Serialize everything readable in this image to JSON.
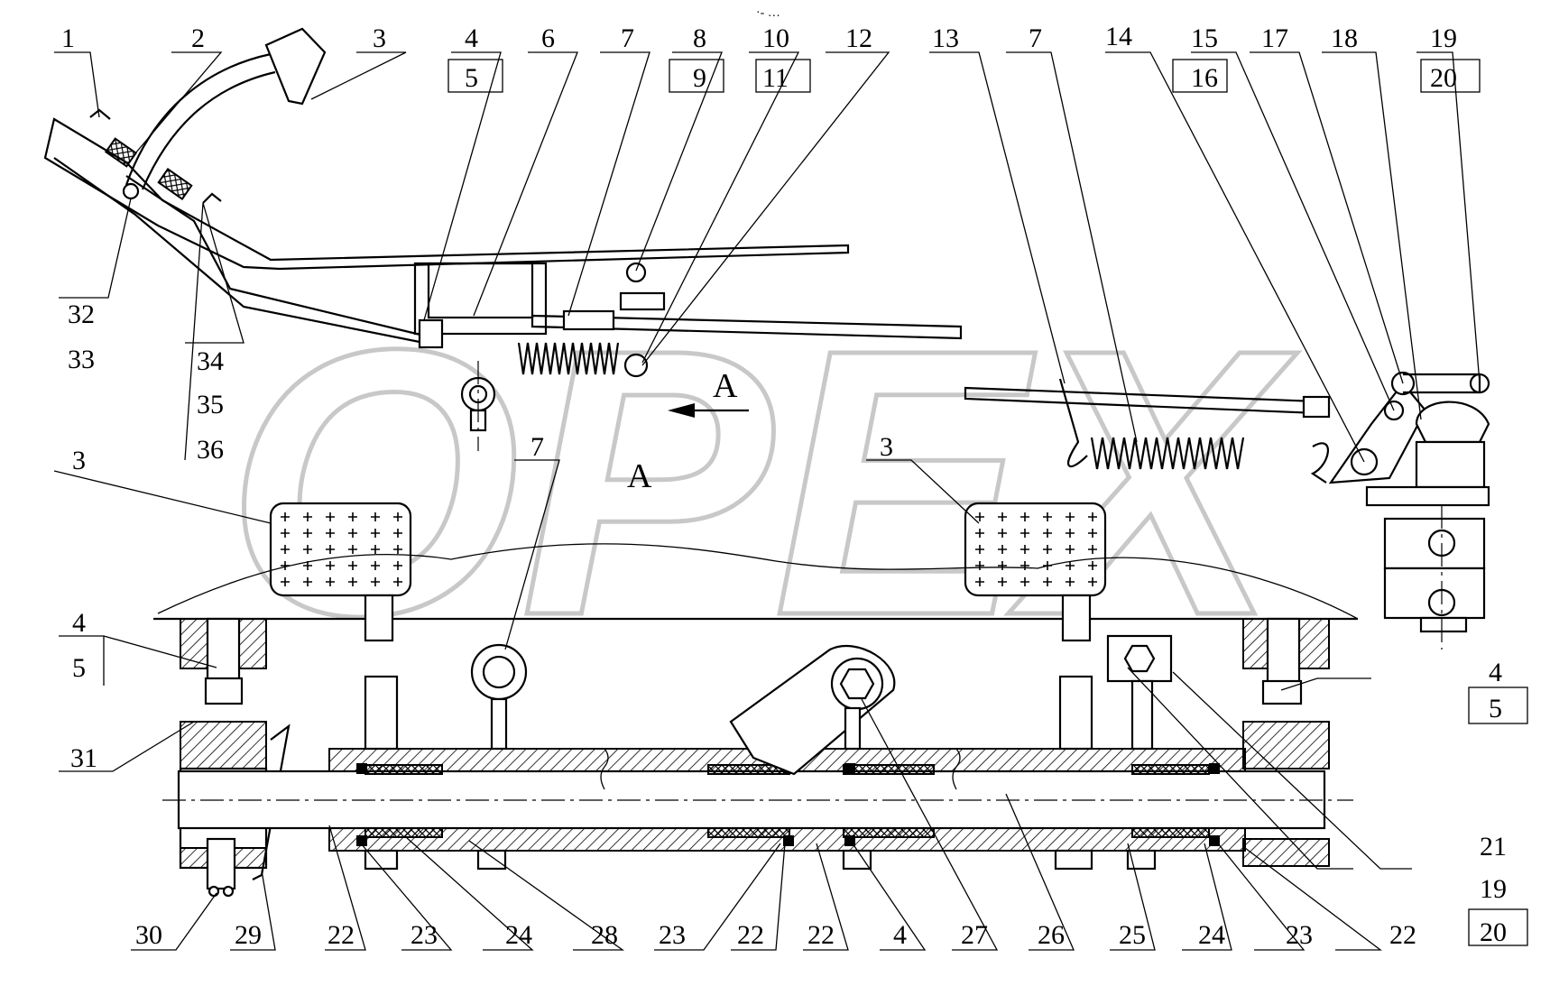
{
  "watermark": "OPEX",
  "top_mark": "·‐ …",
  "view_marker": {
    "arrow_letter": "A",
    "section_letter": "A"
  },
  "callouts_top": [
    {
      "id": "c1",
      "text": "1"
    },
    {
      "id": "c2",
      "text": "2"
    },
    {
      "id": "c3",
      "text": "3"
    },
    {
      "id": "c4",
      "text": "4"
    },
    {
      "id": "c5",
      "text": "5"
    },
    {
      "id": "c6",
      "text": "6"
    },
    {
      "id": "c7",
      "text": "7"
    },
    {
      "id": "c8",
      "text": "8"
    },
    {
      "id": "c9",
      "text": "9"
    },
    {
      "id": "c10",
      "text": "10"
    },
    {
      "id": "c11",
      "text": "11"
    },
    {
      "id": "c12",
      "text": "12"
    },
    {
      "id": "c13",
      "text": "13"
    },
    {
      "id": "c7b",
      "text": "7"
    },
    {
      "id": "c14",
      "text": "14"
    },
    {
      "id": "c15",
      "text": "15"
    },
    {
      "id": "c16",
      "text": "16"
    },
    {
      "id": "c17",
      "text": "17"
    },
    {
      "id": "c18",
      "text": "18"
    },
    {
      "id": "c19",
      "text": "19"
    },
    {
      "id": "c20",
      "text": "20"
    }
  ],
  "callouts_left": [
    {
      "id": "c32",
      "text": "32"
    },
    {
      "id": "c33",
      "text": "33"
    },
    {
      "id": "c34",
      "text": "34"
    },
    {
      "id": "c35",
      "text": "35"
    },
    {
      "id": "c36",
      "text": "36"
    },
    {
      "id": "c3l",
      "text": "3"
    },
    {
      "id": "c7m",
      "text": "7"
    },
    {
      "id": "c3r",
      "text": "3"
    },
    {
      "id": "c4l",
      "text": "4"
    },
    {
      "id": "c5l",
      "text": "5"
    },
    {
      "id": "c31",
      "text": "31"
    }
  ],
  "callouts_right": [
    {
      "id": "c4r",
      "text": "4"
    },
    {
      "id": "c5r",
      "text": "5"
    },
    {
      "id": "c21",
      "text": "21"
    },
    {
      "id": "c19r",
      "text": "19"
    },
    {
      "id": "c20r",
      "text": "20"
    }
  ],
  "callouts_bottom": [
    {
      "id": "b30",
      "text": "30"
    },
    {
      "id": "b29",
      "text": "29"
    },
    {
      "id": "b22a",
      "text": "22"
    },
    {
      "id": "b23a",
      "text": "23"
    },
    {
      "id": "b24a",
      "text": "24"
    },
    {
      "id": "b28",
      "text": "28"
    },
    {
      "id": "b23b",
      "text": "23"
    },
    {
      "id": "b22b",
      "text": "22"
    },
    {
      "id": "b22c",
      "text": "22"
    },
    {
      "id": "b4",
      "text": "4"
    },
    {
      "id": "b27",
      "text": "27"
    },
    {
      "id": "b26",
      "text": "26"
    },
    {
      "id": "b25",
      "text": "25"
    },
    {
      "id": "b24b",
      "text": "24"
    },
    {
      "id": "b23c",
      "text": "23"
    },
    {
      "id": "b22d",
      "text": "22"
    }
  ]
}
